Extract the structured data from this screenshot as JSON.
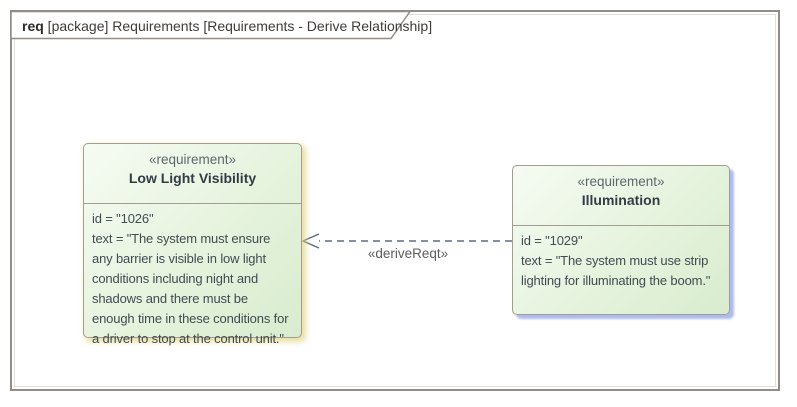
{
  "frame": {
    "tab_keyword": "req",
    "tab_title": " [package] Requirements [Requirements - Derive Relationship]"
  },
  "nodes": {
    "low_light_visibility": {
      "stereotype": "«requirement»",
      "name": "Low Light Visibility",
      "attributes": {
        "id": "id = \"1026\"",
        "text": "text = \"The system must ensure any barrier is visible in low light conditions including night and shadows and there must be enough time in these conditions for a driver to stop at the control unit.\""
      }
    },
    "illumination": {
      "stereotype": "«requirement»",
      "name": "Illumination",
      "attributes": {
        "id": "id = \"1029\"",
        "text": "text = \"The system must use strip lighting for illuminating the boom.\""
      }
    }
  },
  "connector": {
    "label": "«deriveReqt»"
  },
  "colors": {
    "node_fill_top": "#f6fbf3",
    "node_fill_bottom": "#d8ecce",
    "node_border": "#a39c90",
    "frame_border": "#948d87",
    "connector_line": "#5b6b7e",
    "left_node_shadow": "#ded47a",
    "right_node_shadow": "#aebced",
    "name_text": "#333c45",
    "body_text": "#414b54",
    "stereotype_text": "#5d676d"
  }
}
